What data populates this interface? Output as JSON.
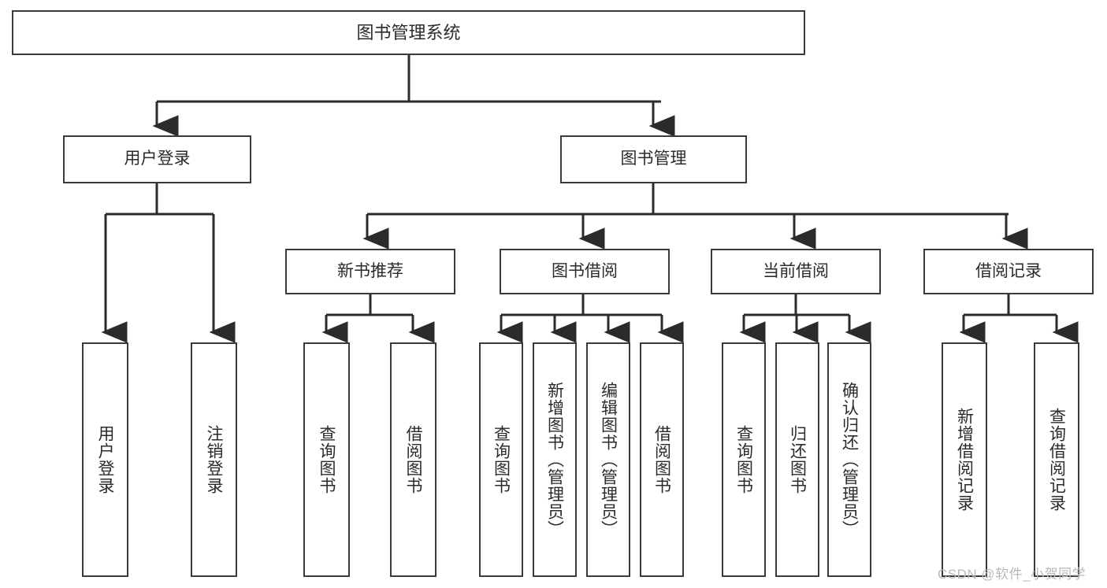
{
  "diagram": {
    "type": "tree-hierarchy",
    "title": "图书管理系统",
    "watermark": "CSDN @软件_小贺同学",
    "colors": {
      "box_border": "#3a3a3a",
      "box_fill": "#ffffff",
      "text": "#2b2b2b",
      "connector": "#2b2b2b",
      "watermark": "#b9b9b9"
    },
    "nodes": {
      "root": {
        "label": "图书管理系统"
      },
      "level1": [
        {
          "id": "user-login",
          "label": "用户登录"
        },
        {
          "id": "book-management",
          "label": "图书管理"
        }
      ],
      "level2": [
        {
          "id": "new-book-recommend",
          "label": "新书推荐"
        },
        {
          "id": "book-borrow",
          "label": "图书借阅"
        },
        {
          "id": "current-borrow",
          "label": "当前借阅"
        },
        {
          "id": "borrow-record",
          "label": "借阅记录"
        }
      ],
      "leaves": {
        "user_login": [
          {
            "id": "leaf-user-login",
            "label": "用户登录"
          },
          {
            "id": "leaf-logout-login",
            "label": "注销登录"
          }
        ],
        "new_book_recommend": [
          {
            "id": "leaf-query-book-1",
            "label": "查询图书"
          },
          {
            "id": "leaf-borrow-book-1",
            "label": "借阅图书"
          }
        ],
        "book_borrow": [
          {
            "id": "leaf-query-book-2",
            "label": "查询图书"
          },
          {
            "id": "leaf-add-book",
            "label": "新增图书（管理员）"
          },
          {
            "id": "leaf-edit-book",
            "label": "编辑图书（管理员）"
          },
          {
            "id": "leaf-borrow-book-2",
            "label": "借阅图书"
          }
        ],
        "current_borrow": [
          {
            "id": "leaf-query-book-3",
            "label": "查询图书"
          },
          {
            "id": "leaf-return-book",
            "label": "归还图书"
          },
          {
            "id": "leaf-confirm-return",
            "label": "确认归还（管理员）"
          }
        ],
        "borrow_record": [
          {
            "id": "leaf-add-record",
            "label": "新增借阅记录"
          },
          {
            "id": "leaf-query-record",
            "label": "查询借阅记录"
          }
        ]
      }
    }
  }
}
